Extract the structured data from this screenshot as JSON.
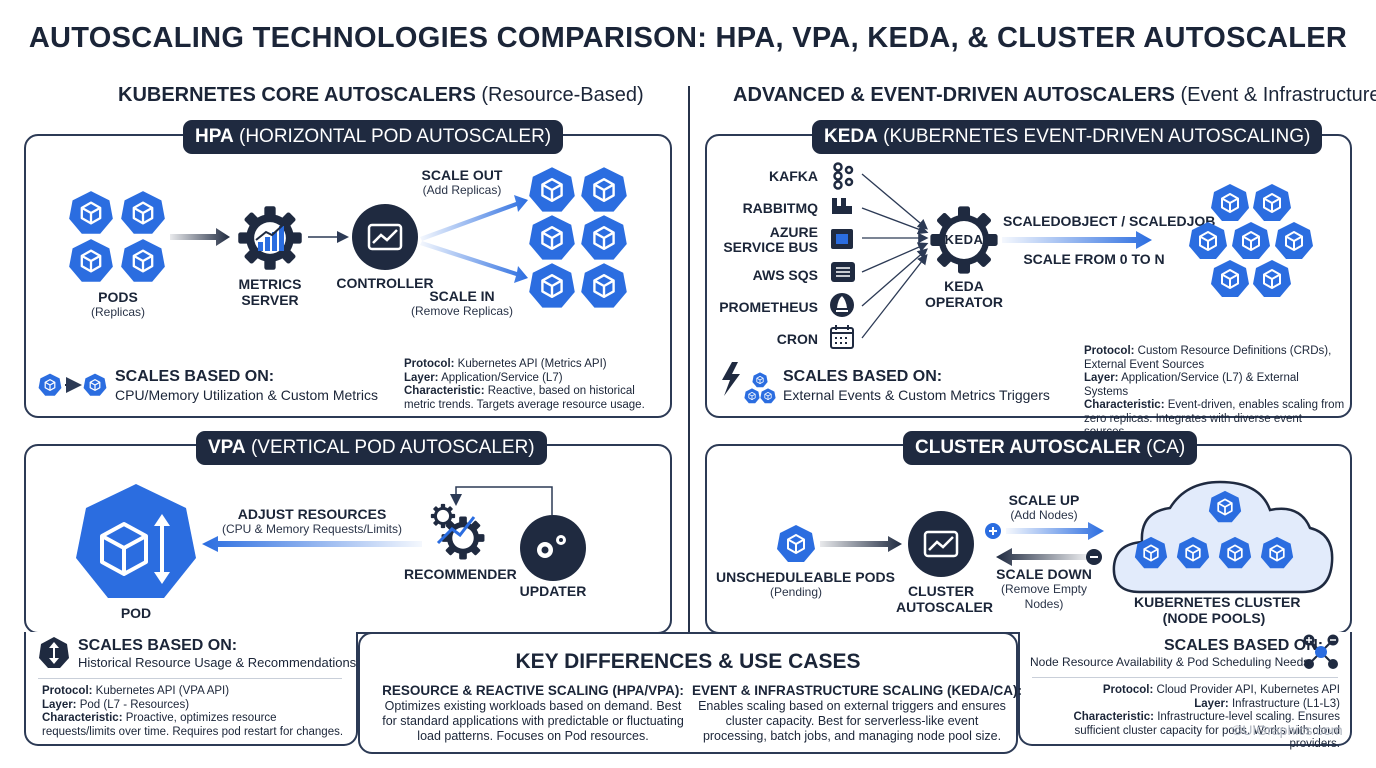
{
  "title": "AUTOSCALING TECHNOLOGIES COMPARISON: HPA, VPA, KEDA, & CLUSTER AUTOSCALER",
  "left_section": {
    "bold": "KUBERNETES CORE AUTOSCALERS",
    "rest": " (Resource-Based)"
  },
  "right_section": {
    "bold": "ADVANCED & EVENT-DRIVEN AUTOSCALERS",
    "rest": " (Event & Infrastructure)"
  },
  "hpa": {
    "pill_bold": "HPA",
    "pill_rest": " (HORIZONTAL POD AUTOSCALER)",
    "pods": "PODS",
    "pods_sub": "(Replicas)",
    "metrics": "METRICS",
    "metrics2": "SERVER",
    "controller": "CONTROLLER",
    "scale_out": "SCALE OUT",
    "scale_out_sub": "(Add Replicas)",
    "scale_in": "SCALE IN",
    "scale_in_sub": "(Remove Replicas)",
    "sb_title": "SCALES BASED ON:",
    "sb_text": "CPU/Memory Utilization & Custom Metrics",
    "protocol_label": "Protocol:",
    "protocol": " Kubernetes API (Metrics API)",
    "layer_label": "Layer:",
    "layer": " Application/Service (L7)",
    "char_label": "Characteristic:",
    "char": " Reactive, based on historical metric trends. Targets average resource usage."
  },
  "vpa": {
    "pill_bold": "VPA",
    "pill_rest": " (VERTICAL POD AUTOSCALER)",
    "adjust": "ADJUST RESOURCES",
    "adjust_sub": "(CPU & Memory Requests/Limits)",
    "recommender": "RECOMMENDER",
    "updater": "UPDATER",
    "pod": "POD",
    "sb_title": "SCALES BASED ON:",
    "sb_text": "Historical Resource Usage & Recommendations",
    "protocol_label": "Protocol:",
    "protocol": " Kubernetes API (VPA API)",
    "layer_label": "Layer:",
    "layer": " Pod (L7 - Resources)",
    "char_label": "Characteristic:",
    "char": " Proactive, optimizes resource requests/limits over time. Requires pod restart for changes."
  },
  "keda": {
    "pill_bold": "KEDA",
    "pill_rest": " (KUBERNETES EVENT-DRIVEN AUTOSCALING)",
    "sources": [
      "KAFKA",
      "RABBITMQ",
      "AZURE",
      "SERVICE BUS",
      "AWS SQS",
      "PROMETHEUS",
      "CRON"
    ],
    "logo": "KEDA",
    "operator": "KEDA",
    "operator2": "OPERATOR",
    "scaledobject": "SCALEDOBJECT / SCALEDJOB",
    "scale_from": "SCALE FROM 0 TO N",
    "sb_title": "SCALES BASED ON:",
    "sb_text": "External Events & Custom Metrics Triggers",
    "protocol_label": "Protocol:",
    "protocol": " Custom Resource Definitions (CRDs), External Event Sources",
    "layer_label": "Layer:",
    "layer": " Application/Service (L7) & External Systems",
    "char_label": "Characteristic:",
    "char": " Event-driven, enables scaling from zero replicas. Integrates with diverse event sources."
  },
  "ca": {
    "pill_bold": "CLUSTER AUTOSCALER",
    "pill_rest": " (CA)",
    "unsched": "UNSCHEDULEABLE PODS",
    "unsched_sub": "(Pending)",
    "cluster": "CLUSTER",
    "cluster2": "AUTOSCALER",
    "scale_up": "SCALE UP",
    "scale_up_sub": "(Add Nodes)",
    "scale_down": "SCALE DOWN",
    "scale_down_sub": "(Remove Empty",
    "scale_down_sub2": "Nodes)",
    "k8s": "KUBERNETES CLUSTER",
    "k8s_sub": "(NODE POOLS)",
    "sb_title": "SCALES BASED ON:",
    "sb_text": "Node Resource Availability & Pod Scheduling Needs",
    "protocol_label": "Protocol:",
    "protocol": " Cloud Provider API, Kubernetes API",
    "layer_label": "Layer:",
    "layer": " Infrastructure (L1-L3)",
    "char_label": "Characteristic:",
    "char": " Infrastructure-level scaling. Ensures sufficient cluster capacity for pods. Works with cloud providers."
  },
  "key": {
    "title": "KEY DIFFERENCES & USE CASES",
    "left_h": "RESOURCE & REACTIVE SCALING (HPA/VPA):",
    "left_t": "Optimizes existing workloads based on demand. Best for standard applications with predictable or fluctuating load patterns. Focuses on Pod resources.",
    "right_h": "EVENT & INFRASTRUCTURE SCALING (KEDA/CA):",
    "right_t": "Enables scaling based on external triggers and ensures cluster capacity. Best for serverless-like event processing, batch jobs, and managing node pool size."
  },
  "watermark": "©UIGraphics.com",
  "colors": {
    "navy": "#1f2a40",
    "blue": "#2b6de0",
    "cloud": "#e2ebfb"
  }
}
